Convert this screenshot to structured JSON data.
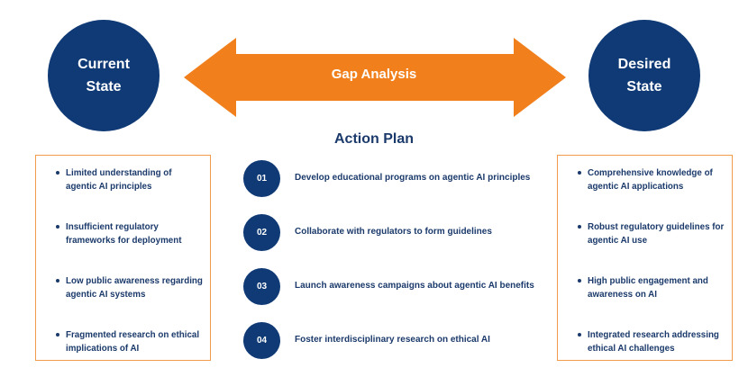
{
  "current_state": {
    "title_line1": "Current",
    "title_line2": "State",
    "items": [
      "Limited understanding of agentic AI principles",
      "Insufficient regulatory frameworks for deployment",
      "Low public awareness regarding agentic AI systems",
      "Fragmented research on ethical implications of AI"
    ]
  },
  "desired_state": {
    "title_line1": "Desired",
    "title_line2": "State",
    "items": [
      "Comprehensive knowledge of agentic AI applications",
      "Robust regulatory guidelines for agentic AI use",
      "High public engagement and awareness on AI",
      "Integrated research addressing ethical AI challenges"
    ]
  },
  "gap": {
    "label": "Gap Analysis"
  },
  "action_plan": {
    "title": "Action Plan",
    "steps": [
      {
        "number": "01",
        "text": "Develop educational programs on agentic AI principles"
      },
      {
        "number": "02",
        "text": "Collaborate with regulators to form guidelines"
      },
      {
        "number": "03",
        "text": "Launch awareness campaigns about agentic AI benefits"
      },
      {
        "number": "04",
        "text": "Foster interdisciplinary research on ethical AI"
      }
    ]
  },
  "colors": {
    "navy": "#0f3a75",
    "text": "#1b3a6b",
    "orange_arrow": "#f07f1c",
    "orange_border": "#f29b4a"
  }
}
